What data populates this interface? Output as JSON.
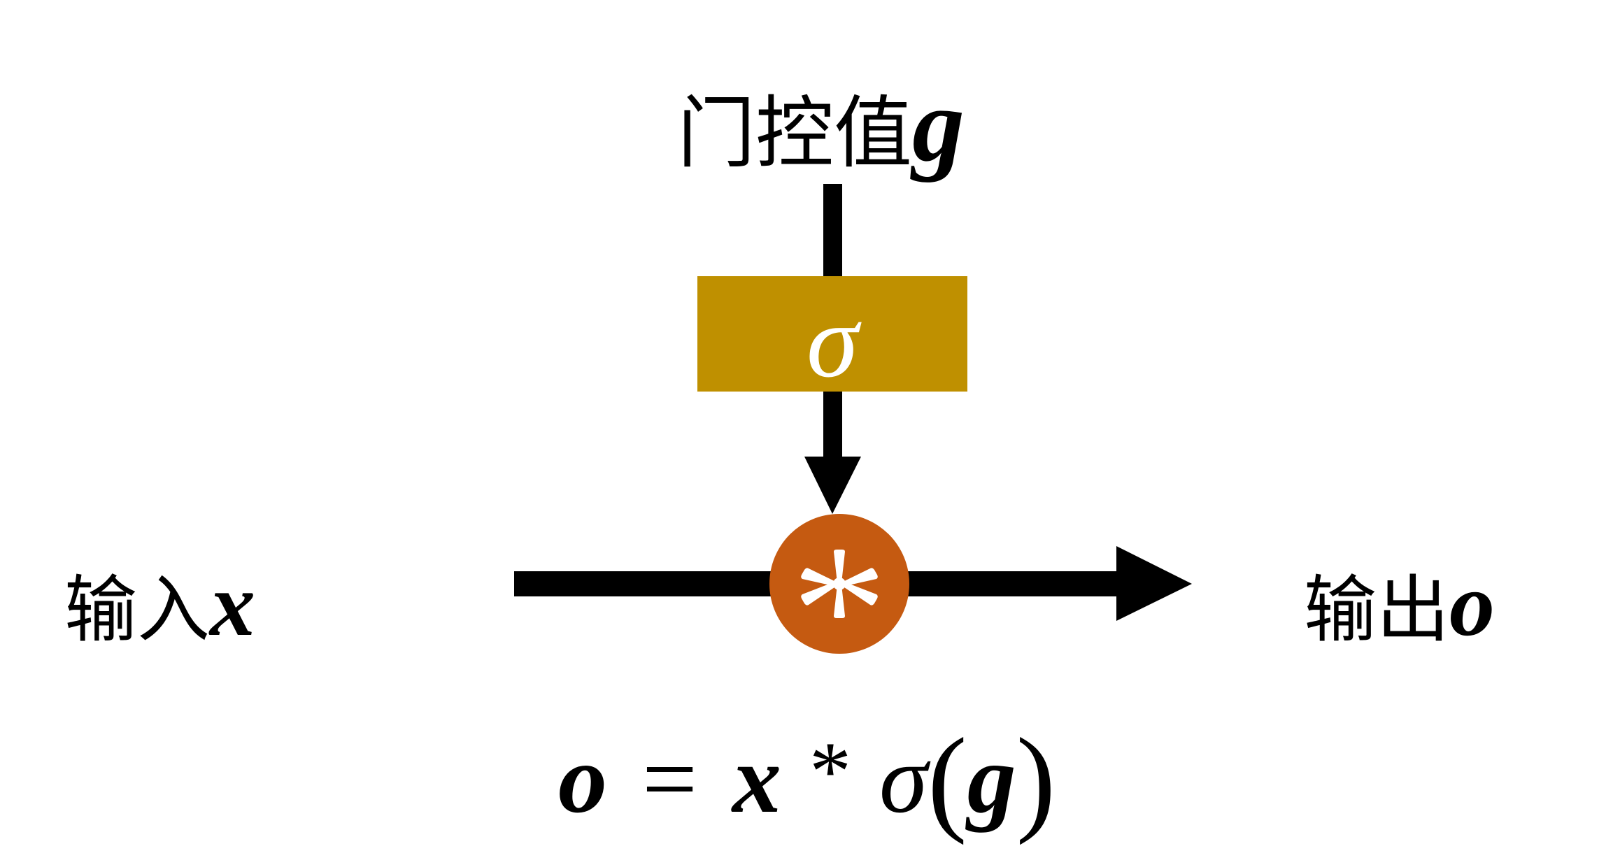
{
  "gate_label": {
    "text": "门控值",
    "variable": "g"
  },
  "input_label": {
    "text": "输入",
    "variable": "x"
  },
  "output_label": {
    "text": "输出",
    "variable": "o"
  },
  "sigmoid_block": {
    "symbol": "σ",
    "fill_color": "#BF9000",
    "symbol_color": "#FFFFFF"
  },
  "multiply_node": {
    "symbol": "*",
    "fill_color": "#C55A11",
    "symbol_color": "#FFFFFF"
  },
  "formula": {
    "lhs": "o",
    "equals": "=",
    "x": "x",
    "times": "*",
    "sigma": "σ",
    "open_paren": "(",
    "g": "g",
    "close_paren": ")"
  },
  "colors": {
    "arrow": "#000000",
    "background": "#FFFFFF"
  }
}
